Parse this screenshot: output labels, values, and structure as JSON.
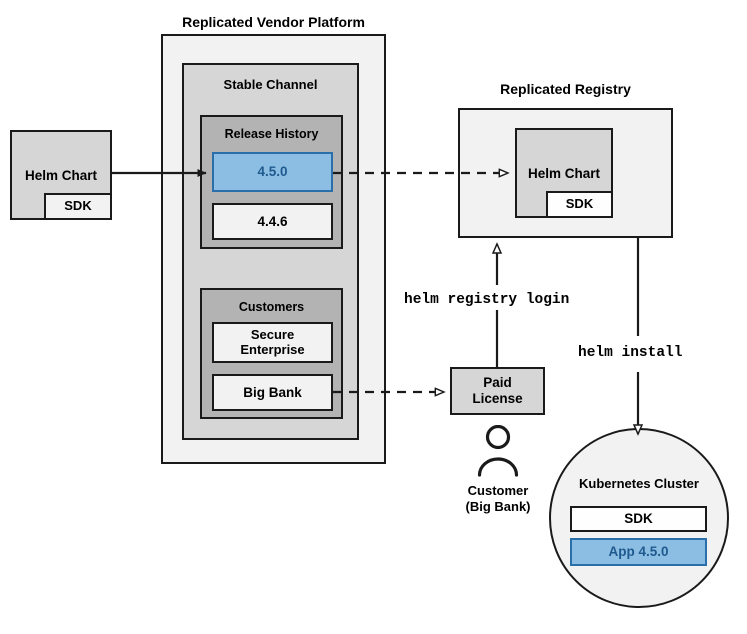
{
  "diagram": {
    "title_platform": "Replicated Vendor Platform",
    "title_registry": "Replicated Registry",
    "groups": {
      "stable_channel": "Stable Channel",
      "release_history": "Release History",
      "customers": "Customers"
    },
    "source_chart": {
      "label": "Helm Chart",
      "sdk": "SDK"
    },
    "releases": [
      {
        "version": "4.5.0",
        "highlight": true
      },
      {
        "version": "4.4.6",
        "highlight": false
      }
    ],
    "customers": [
      {
        "name": "Secure\nEnterprise"
      },
      {
        "name": "Big Bank"
      }
    ],
    "registry_chart": {
      "label": "Helm Chart",
      "sdk": "SDK"
    },
    "license": {
      "label": "Paid\nLicense"
    },
    "customer_actor": {
      "line1": "Customer",
      "line2": "(Big Bank)",
      "icon": "person-icon"
    },
    "commands": {
      "registry_login": "helm registry login",
      "install": "helm install"
    },
    "cluster": {
      "title": "Kubernetes Cluster",
      "items": [
        {
          "label": "SDK",
          "highlight": false
        },
        {
          "label": "App 4.5.0",
          "highlight": true
        }
      ]
    },
    "colors": {
      "highlight_fill": "#8cbde2",
      "highlight_border": "#2a6faa",
      "highlight_text": "#1f5a8f",
      "stroke": "#1a1a1a",
      "fill_light": "#f2f2f2",
      "fill_mid": "#d6d6d6",
      "fill_dark": "#b3b3b3",
      "fill_white": "#fefefe"
    }
  }
}
